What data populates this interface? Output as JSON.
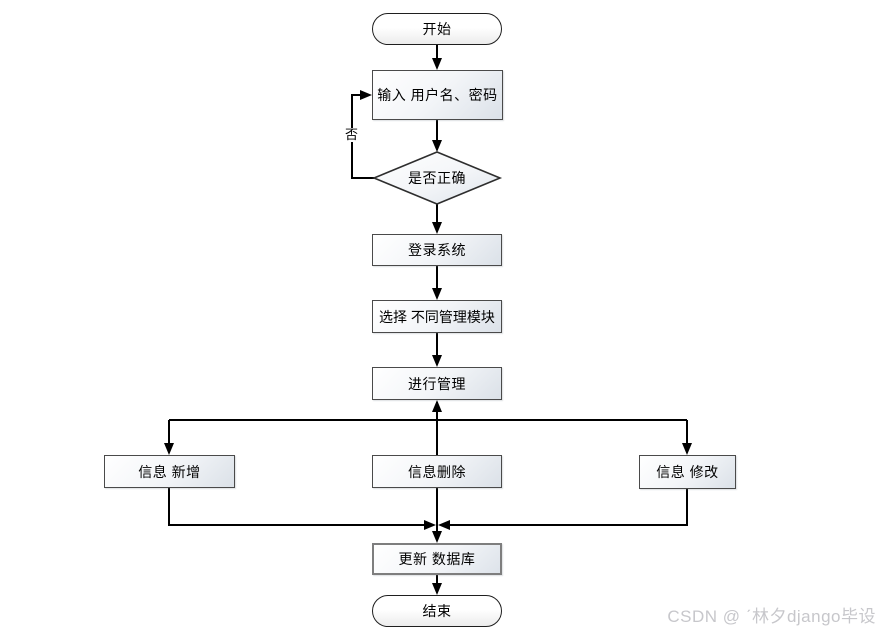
{
  "diagram": {
    "type": "flowchart",
    "nodes": {
      "start": {
        "label": "开始",
        "shape": "stadium"
      },
      "input": {
        "label": "输入 用户名、密码",
        "shape": "rect"
      },
      "decision": {
        "label": "是否正确",
        "shape": "diamond"
      },
      "login": {
        "label": "登录系统",
        "shape": "rect"
      },
      "select": {
        "label": "选择 不同管理模块",
        "shape": "rect"
      },
      "manage": {
        "label": "进行管理",
        "shape": "rect"
      },
      "info_add": {
        "label": "信息 新增",
        "shape": "rect"
      },
      "info_delete": {
        "label": "信息删除",
        "shape": "rect"
      },
      "info_modify": {
        "label": "信息 修改",
        "shape": "rect"
      },
      "update_db": {
        "label": "更新 数据库",
        "shape": "rect"
      },
      "end": {
        "label": "结束",
        "shape": "stadium"
      }
    },
    "edges": {
      "no_label": "否"
    },
    "colors": {
      "line": "#000000",
      "node_border": "#4a4a4a",
      "node_fill_light": "#ffffff",
      "node_fill_dark": "#dbe1e8",
      "thick_border": "#7e7e7e"
    }
  },
  "watermark": {
    "text": "CSDN @ ˊ林夕django毕设",
    "color": "#c7c7cb"
  }
}
